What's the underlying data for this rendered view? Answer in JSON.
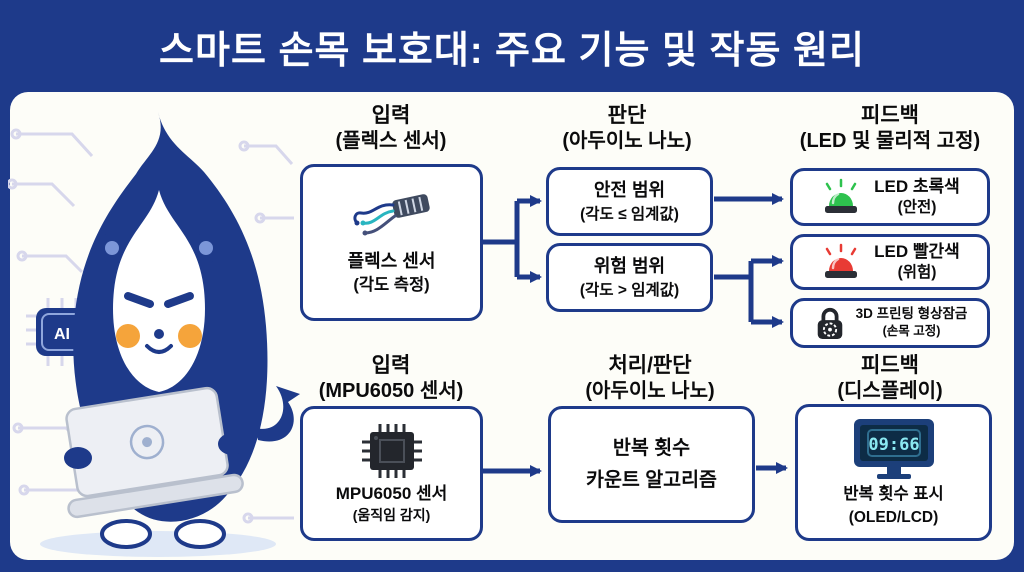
{
  "header": {
    "title": "스마트 손목 보호대: 주요 기능 및 작동 원리"
  },
  "mascot": {
    "ai_chip_label": "AI"
  },
  "flow_top": {
    "col_input": {
      "line1": "입력",
      "line2": "(플렉스 센서)"
    },
    "col_judge": {
      "line1": "판단",
      "line2": "(아두이노 나노)"
    },
    "col_feedback": {
      "line1": "피드백",
      "line2": "(LED 및 물리적 고정)"
    },
    "sensor_box": {
      "line1": "플렉스 센서",
      "line2": "(각도 측정)"
    },
    "safe_box": {
      "line1": "안전 범위",
      "line2": "(각도 ≤ 임계값)"
    },
    "danger_box": {
      "line1": "위험 범위",
      "line2": "(각도 > 임계값)"
    },
    "led_green_box": {
      "line1": "LED 초록색",
      "line2": "(안전)"
    },
    "led_red_box": {
      "line1": "LED 빨간색",
      "line2": "(위험)"
    },
    "lock_box": {
      "line1": "3D 프린팅 형상잠금",
      "line2": "(손목 고정)"
    }
  },
  "flow_bottom": {
    "col_input": {
      "line1": "입력",
      "line2": "(MPU6050 센서)"
    },
    "col_process": {
      "line1": "처리/판단",
      "line2": "(아두이노 나노)"
    },
    "col_feedback": {
      "line1": "피드백",
      "line2": "(디스플레이)"
    },
    "sensor_box": {
      "line1": "MPU6050 센서",
      "line2": "(움직임 감지)"
    },
    "counter_box": {
      "line1": "반복 횟수",
      "line2": "카운트 알고리즘"
    },
    "display_box": {
      "line1": "반복 횟수 표시",
      "line2": "(OLED/LCD)",
      "screen_value": "09:66"
    }
  },
  "icons": {
    "flex_sensor": "connector-with-wires",
    "mpu6050": "chip",
    "led_green": "beacon-lamp-green",
    "led_red": "beacon-lamp-red",
    "lock": "padlock-gear",
    "display": "monitor",
    "ai_chip": "ai-processor"
  },
  "colors": {
    "navy": "#1e3a8a",
    "panel": "#fdfdf8",
    "green": "#2ec24e",
    "red": "#e83b34",
    "cheek": "#f5a43b",
    "trace": "#d7d7ec",
    "screen_text": "#8be9f2"
  }
}
